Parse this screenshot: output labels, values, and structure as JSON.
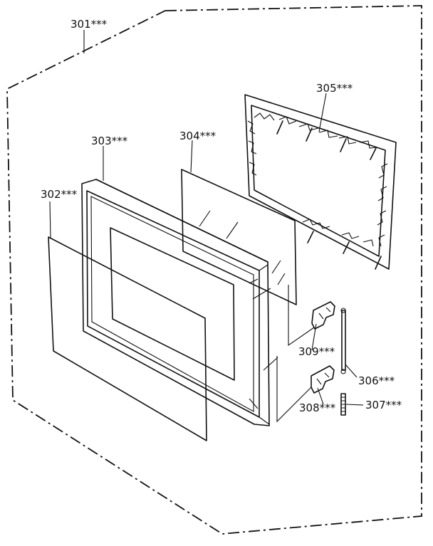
{
  "labels": {
    "p301": "301***",
    "p302": "302***",
    "p303": "303***",
    "p304": "304***",
    "p305": "305***",
    "p306": "306***",
    "p307": "307***",
    "p308": "308***",
    "p309": "309***"
  }
}
